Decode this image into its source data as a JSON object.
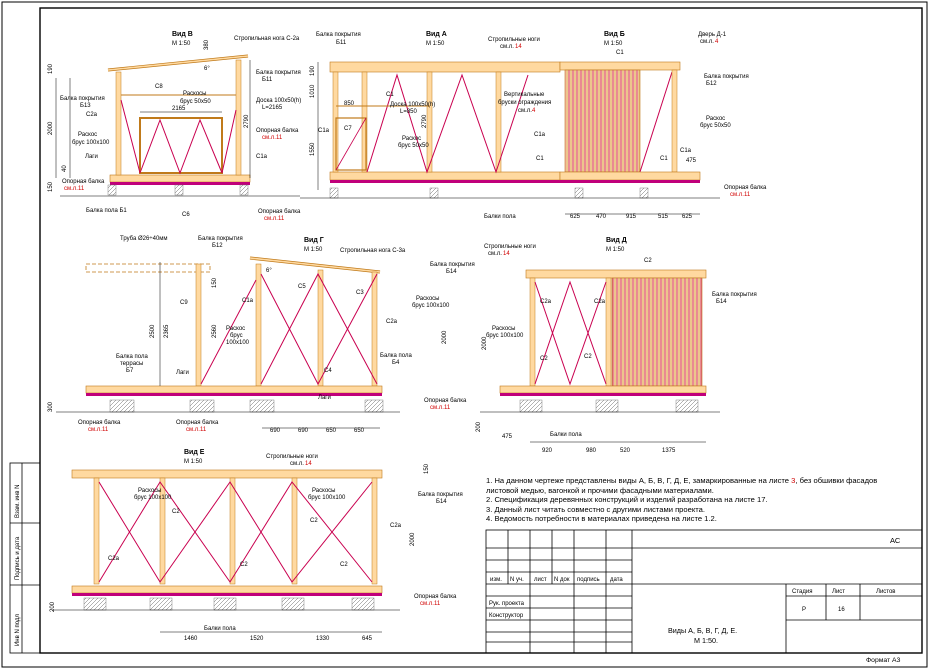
{
  "views": {
    "v": {
      "title": "Вид В",
      "scale": "М 1:50",
      "labels": {
        "rafter_leg": "Стропильная нога С-2а",
        "beam_b13_l1": "Балка покрытия",
        "beam_b13_l2": "Б13",
        "beam_b11_l1": "Балка покрытия",
        "beam_b11_l2": "Б11",
        "brace_l1": "Раскосы",
        "brace_l2": "брус 50х50",
        "raskos_l1": "Раскос",
        "raskos_l2": "брус 100х100",
        "board_l1": "Доска 100х50(h)",
        "board_l2": "L=2165",
        "support_beam": "Опорная балка",
        "support_sheet": "см.л.11",
        "lagi": "Лаги",
        "floor_beam": "Балка пола Б1",
        "c8": "С8",
        "c2a": "С2а",
        "c1a": "С1а",
        "c6": "С6",
        "degrees": "6°"
      },
      "dims": {
        "d380": "380",
        "d190": "190",
        "d2000": "2000",
        "d2790": "2790",
        "d2165": "2165",
        "d40": "40",
        "d150": "150"
      }
    },
    "a": {
      "title": "Вид А",
      "scale": "М 1:50",
      "labels": {
        "beam_b11_l1": "Балка покрытия",
        "beam_b11_l2": "Б11",
        "rafter_l1": "Стропильные ноги",
        "rafter_l2": "см.л.",
        "rafter_sheet": "14",
        "c1": "С1",
        "c7": "С7",
        "c1a": "С1а",
        "board_l1": "Доска 100х50(h)",
        "board_l2": "L=850",
        "brace_l1": "Раскос",
        "brace_l2": "брус 50х50",
        "floor_beam": "Балки пола"
      },
      "dims": {
        "d850": "850",
        "d1010": "1010",
        "d1550": "1550",
        "d2790": "2790",
        "d190": "190"
      }
    },
    "b": {
      "title": "Вид Б",
      "scale": "М 1:50",
      "labels": {
        "door_l1": "Дверь Д-1",
        "door_l2": "см.л.",
        "door_sheet": "4",
        "c1": "С1",
        "beam_b12_l1": "Балка покрытия",
        "beam_b12_l2": "Б12",
        "vbars_l1": "Вертикальные",
        "vbars_l2": "бруски ограждения",
        "vbars_l3": "см.л.",
        "vbars_sheet": "4",
        "brace_l1": "Раскос",
        "brace_l2": "брус 50х50",
        "c1a": "С1а",
        "support_beam": "Опорная балка",
        "support_sheet": "см.л.11"
      },
      "dims": {
        "d625a": "625",
        "d470": "470",
        "d915": "915",
        "d515": "515",
        "d625b": "625",
        "d475": "475"
      }
    },
    "g": {
      "title": "Вид Г",
      "scale": "М 1:50",
      "labels": {
        "pipe": "Труба Ø26÷40мм",
        "beam_b12_l1": "Балка покрытия",
        "beam_b12_l2": "Б12",
        "rafter": "Стропильная нога С-3а",
        "beam_b14_l1": "Балка покрытия",
        "beam_b14_l2": "Б14",
        "braces_l1": "Раскосы",
        "braces_l2": "брус 100х100",
        "raskos_l1": "Раскос",
        "raskos_l2": "брус",
        "raskos_l3": "100х100",
        "terrace_l1": "Балка пола",
        "terrace_l2": "террасы",
        "terrace_l3": "Б7",
        "b4_l1": "Балка пола",
        "b4_l2": "Б4",
        "lagi": "Лаги",
        "support_beam": "Опорная балка",
        "support_sheet": "см.л.11",
        "c9": "С9",
        "c1a": "С1а",
        "c5": "С5",
        "c3": "С3",
        "c2a": "С2а",
        "c4": "С4",
        "degrees": "6°"
      },
      "dims": {
        "d2500": "2500",
        "d2365": "2365",
        "d2560": "2560",
        "d2000": "2000",
        "d150": "150",
        "d690a": "690",
        "d690b": "690",
        "d650a": "650",
        "d650b": "650",
        "d300": "300"
      }
    },
    "d": {
      "title": "Вид Д",
      "scale": "М 1:50",
      "labels": {
        "rafter_l1": "Стропильные ноги",
        "rafter_l2": "см.л.",
        "rafter_sheet": "14",
        "c2": "С2",
        "beam_b14_l1": "Балка покрытия",
        "beam_b14_l2": "Б14",
        "raskos_l1": "Раскосы",
        "raskos_l2": "брус 100х100",
        "c2a": "С2а",
        "floor_beam": "Балки пола"
      },
      "dims": {
        "d475": "475",
        "d920": "920",
        "d980": "980",
        "d520": "520",
        "d1375": "1375",
        "d2000": "2000",
        "d200": "200"
      }
    },
    "e": {
      "title": "Вид Е",
      "scale": "М 1:50",
      "labels": {
        "rafter_l1": "Стропильные ноги",
        "rafter_l2": "см.л.",
        "rafter_sheet": "14",
        "raskos_l1": "Раскосы",
        "raskos_l2": "брус 100х100",
        "beam_b14_l1": "Балка покрытия",
        "beam_b14_l2": "Б14",
        "c2": "С2",
        "c2a": "С2а",
        "floor_beam": "Балки пола",
        "support_beam": "Опорная балка",
        "support_sheet": "см.л.11"
      },
      "dims": {
        "d1460": "1460",
        "d1520": "1520",
        "d1330": "1330",
        "d645": "645",
        "d2000": "2000",
        "d150": "150",
        "d200": "200"
      }
    }
  },
  "notes": {
    "n1a": "1. На данном чертеже представлены виды А, Б, В, Г, Д, Е, замаркированные на листе ",
    "n1_sheet": "3",
    "n1b": ", без обшивки фасадов",
    "n1c": "листовой медью, вагонкой и прочими фасадными материалами.",
    "n2": "2. Спецификация деревянных конструкций и изделий разработана на листе  17.",
    "n3": "3. Данный лист читать совместно с другими листами проекта.",
    "n4": "4. Ведомость потребности в материалах приведена на листе  1.2."
  },
  "stamp": {
    "code": "АС",
    "col_izm": "изм.",
    "col_nuch": "N уч.",
    "col_list": "лист",
    "col_ndok": "N док",
    "col_sign": "подпись",
    "col_date": "дата",
    "stage_h": "Стадия",
    "sheet_h": "Лист",
    "sheets_h": "Листов",
    "stage": "Р",
    "sheet": "16",
    "sheets": "",
    "ruk": "Рук. проекта",
    "konstr": "Конструктор",
    "title_l1": "Виды А, Б, В, Г, Д, Е.",
    "title_l2": "М 1:50."
  },
  "side_stamp": {
    "inv_vzam": "Взам. инв N",
    "sign_date": "Подпись и дата",
    "inv_podl": "Инв N подл"
  },
  "format": "Формат А3",
  "colors": {
    "timber": "#ffd9a0",
    "timber_edge": "#c07a1a",
    "steel": "#c0007a",
    "dim_line": "#000000",
    "marker_red": "#d00000"
  }
}
